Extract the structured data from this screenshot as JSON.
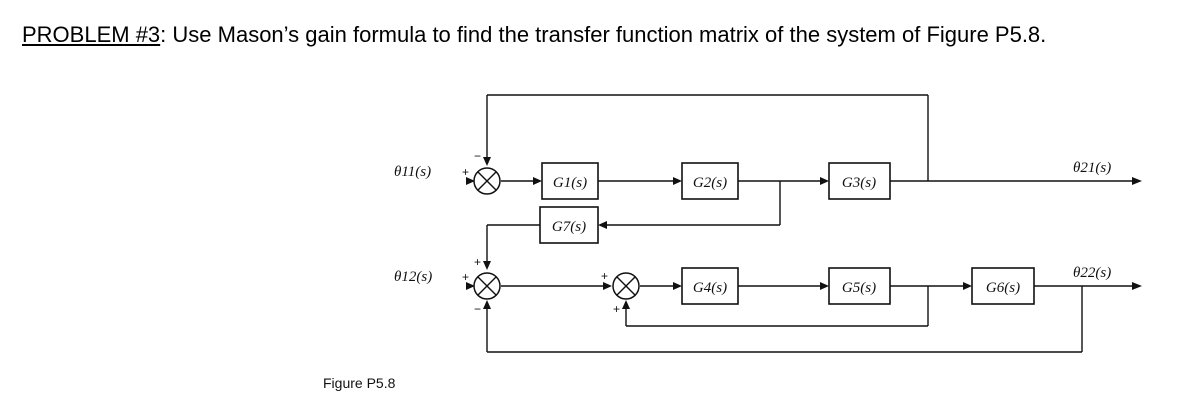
{
  "problem": {
    "number": "PROBLEM #3",
    "text": ": Use Mason’s gain formula to find the transfer function matrix of the system of Figure P5.8."
  },
  "figure": {
    "caption": "Figure P5.8",
    "inputs": {
      "in1": "θ11(s)",
      "in2": "θ12(s)"
    },
    "outputs": {
      "out1": "θ21(s)",
      "out2": "θ22(s)"
    },
    "blocks": {
      "g1": "G1(s)",
      "g2": "G2(s)",
      "g3": "G3(s)",
      "g4": "G4(s)",
      "g5": "G5(s)",
      "g6": "G6(s)",
      "g7": "G7(s)"
    },
    "signs": {
      "s1_left": "+",
      "s1_top": "−",
      "s2_left": "+",
      "s2_top": "+",
      "s2_bottom": "−",
      "s3_left": "+",
      "s3_bottom": "+"
    }
  }
}
